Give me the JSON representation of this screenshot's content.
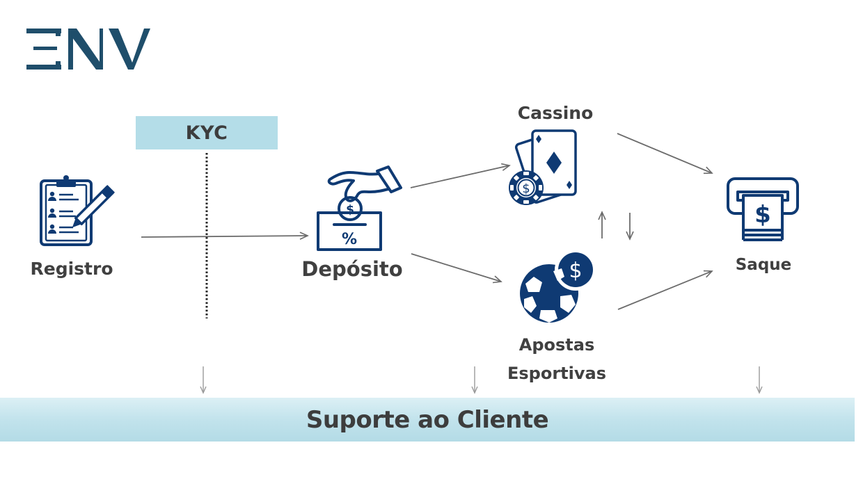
{
  "brand": {
    "logo_text": "ENV",
    "logo_color": "#1f4e6b"
  },
  "colors": {
    "icon": "#0f3a73",
    "arrow": "#6b6b6b",
    "text": "#404040",
    "kyc_bg": "#b4dde8",
    "support_bg": "#c2e3ec"
  },
  "kyc": {
    "label": "KYC"
  },
  "nodes": {
    "registro": {
      "label": "Registro",
      "icon": "clipboard-pencil-icon"
    },
    "deposito": {
      "label": "Depósito",
      "icon": "hand-coin-deposit-icon"
    },
    "cassino": {
      "label": "Cassino",
      "icon": "playing-cards-chip-icon"
    },
    "apostas": {
      "label_line1": "Apostas",
      "label_line2": "Esportivas",
      "icon": "soccer-ball-dollar-icon"
    },
    "saque": {
      "label": "Saque",
      "icon": "atm-cash-withdrawal-icon"
    }
  },
  "support": {
    "label": "Suporte ao Cliente"
  },
  "icon_glyphs": {
    "dollar": "$",
    "percent": "%"
  },
  "flows": [
    {
      "from": "Registro",
      "to": "Depósito"
    },
    {
      "from": "Depósito",
      "to": "Cassino"
    },
    {
      "from": "Depósito",
      "to": "Apostas Esportivas"
    },
    {
      "from": "Apostas Esportivas",
      "to": "Cassino"
    },
    {
      "from": "Cassino",
      "to": "Apostas Esportivas"
    },
    {
      "from": "Cassino",
      "to": "Saque"
    },
    {
      "from": "Apostas Esportivas",
      "to": "Saque"
    }
  ]
}
